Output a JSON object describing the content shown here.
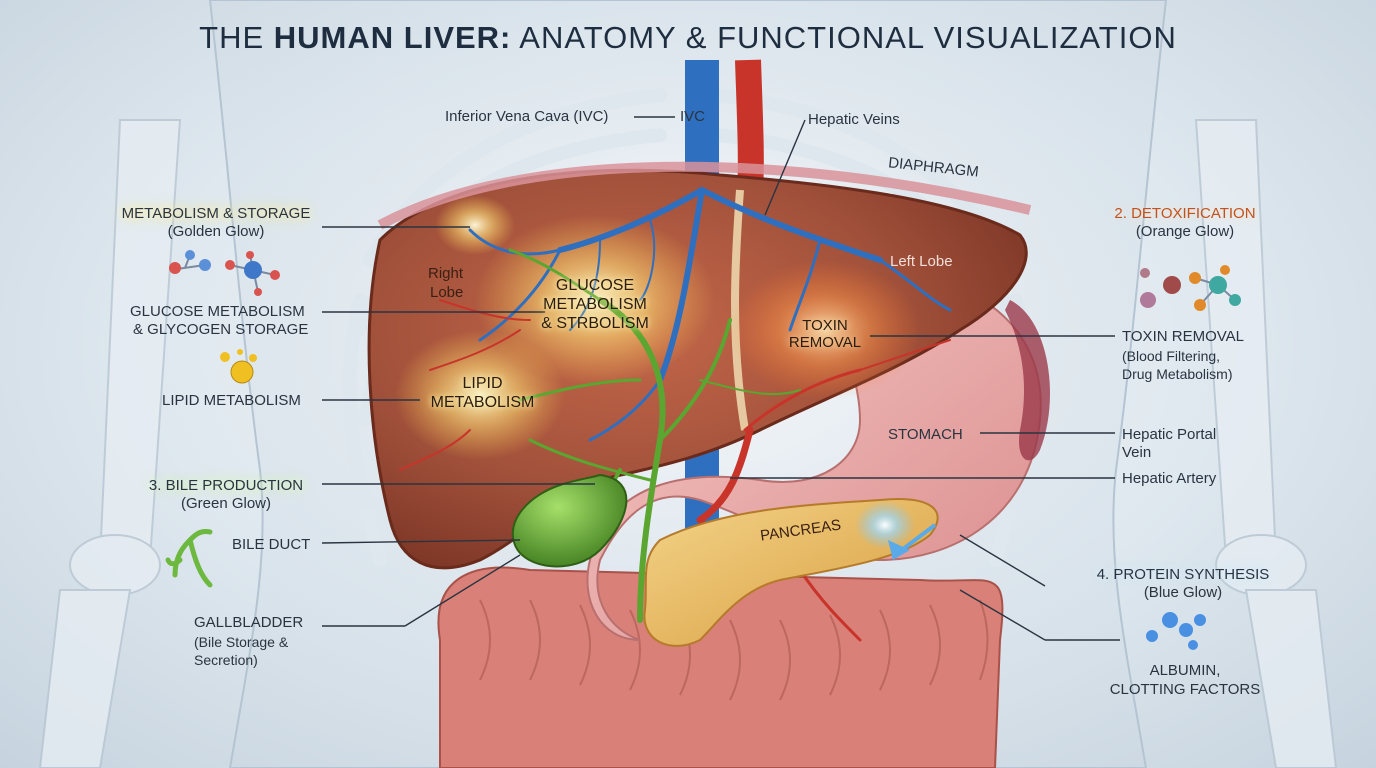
{
  "title": {
    "prefix": "THE ",
    "bold": "HUMAN LIVER:",
    "rest": " ANATOMY & FUNCTIONAL VISUALIZATION"
  },
  "top_labels": {
    "ivc": "Inferior Vena Cava (IVC)",
    "ivc_short": "IVC",
    "hepatic_veins": "Hepatic Veins",
    "diaphragm": "DIAPHRAGM"
  },
  "left_labels": {
    "metabolism_title": "METABOLISM & STORAGE",
    "metabolism_sub": "(Golden Glow)",
    "glucose_line1": "GLUCOSE METABOLISM",
    "glucose_line2": "& GLYCOGEN STORAGE",
    "lipid": "LIPID METABOLISM",
    "bile_title": "3. BILE PRODUCTION",
    "bile_sub": "(Green Glow)",
    "bile_duct": "BILE DUCT",
    "gallbladder": "GALLBLADDER",
    "gallbladder_sub1": "(Bile Storage &",
    "gallbladder_sub2": "Secretion)"
  },
  "right_labels": {
    "detox_title": "2. DETOXIFICATION",
    "detox_sub": "(Orange Glow)",
    "toxin_title": "TOXIN REMOVAL",
    "toxin_sub1": "(Blood Filtering,",
    "toxin_sub2": "Drug Metabolism)",
    "portal_vein1": "Hepatic Portal",
    "portal_vein2": "Vein",
    "hepatic_artery": "Hepatic Artery",
    "protein_title": "4. PROTEIN SYNTHESIS",
    "protein_sub": "(Blue Glow)",
    "albumin1": "ALBUMIN,",
    "albumin2": "CLOTTING FACTORS"
  },
  "organ_labels": {
    "right_lobe1": "Right",
    "right_lobe2": "Lobe",
    "left_lobe": "Left Lobe",
    "stomach": "STOMACH",
    "pancreas": "PANCREAS",
    "glucose_center1": "GLUCOSE",
    "glucose_center2": "METABOLISM",
    "glucose_center3": "& STRBOLISM",
    "lipid_center1": "LIPID",
    "lipid_center2": "METABOLISM",
    "toxin_center1": "TOXIN",
    "toxin_center2": "REMOVAL"
  },
  "colors": {
    "liver": "#9b4a33",
    "gold_glow": "#ffe27a",
    "orange_glow": "#ff9a4a",
    "green_glow": "#7fd14a",
    "blue_glow": "#7cc8ff",
    "vein_blue": "#2f6fc0",
    "artery_red": "#c8342a",
    "bile_green": "#5aa630",
    "pancreas": "#e6b45a",
    "intestine": "#d98078",
    "stomach": "#e9a6a6"
  }
}
